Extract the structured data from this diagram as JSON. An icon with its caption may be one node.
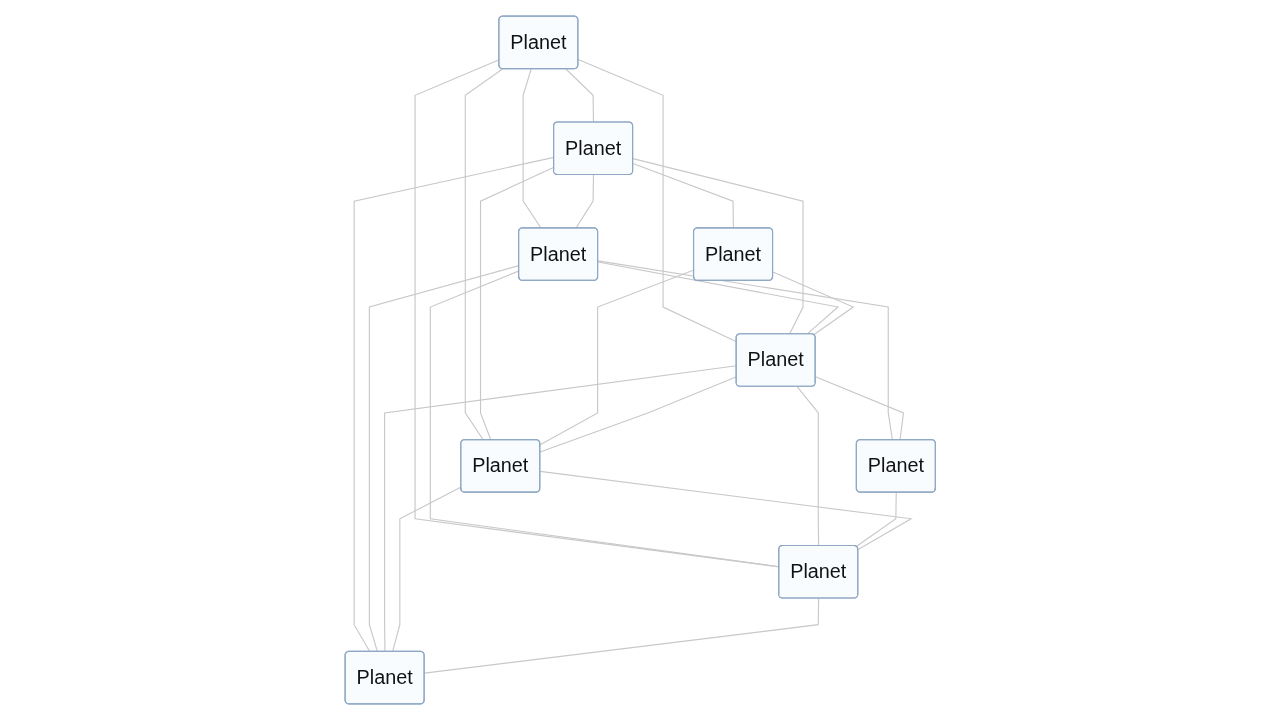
{
  "diagram": {
    "nodes": [
      {
        "text": [
          "Planet"
        ]
      },
      {
        "text": [
          "Planet"
        ]
      },
      {
        "text": [
          "Planet"
        ]
      },
      {
        "text": [
          "Planet"
        ]
      },
      {
        "text": [
          "Planet"
        ]
      },
      {
        "text": [
          "Planet"
        ]
      },
      {
        "text": [
          "Planet"
        ]
      },
      {
        "text": [
          "Planet"
        ]
      },
      {
        "text": [
          "Planet"
        ]
      }
    ],
    "edges": [
      {
        "from": 0,
        "to": 1,
        "arrow": "none"
      },
      {
        "from": 0,
        "to": 2,
        "arrow": "none"
      },
      {
        "from": 0,
        "to": 4,
        "arrow": "none"
      },
      {
        "from": 0,
        "to": 6,
        "arrow": "none"
      },
      {
        "from": 0,
        "to": 7,
        "arrow": "none"
      },
      {
        "from": 1,
        "to": 2,
        "arrow": "none"
      },
      {
        "from": 1,
        "to": 3,
        "arrow": "none"
      },
      {
        "from": 1,
        "to": 4,
        "arrow": "none"
      },
      {
        "from": 1,
        "to": 6,
        "arrow": "none"
      },
      {
        "from": 1,
        "to": 8,
        "arrow": "none"
      },
      {
        "from": 2,
        "to": 4,
        "arrow": "none"
      },
      {
        "from": 2,
        "to": 5,
        "arrow": "none"
      },
      {
        "from": 2,
        "to": 7,
        "arrow": "none"
      },
      {
        "from": 2,
        "to": 8,
        "arrow": "none"
      },
      {
        "from": 3,
        "to": 4,
        "arrow": "none"
      },
      {
        "from": 3,
        "to": 6,
        "arrow": "none"
      },
      {
        "from": 4,
        "to": 5,
        "arrow": "none"
      },
      {
        "from": 4,
        "to": 6,
        "arrow": "none"
      },
      {
        "from": 4,
        "to": 7,
        "arrow": "none"
      },
      {
        "from": 4,
        "to": 8,
        "arrow": "none"
      },
      {
        "from": 5,
        "to": 7,
        "arrow": "none"
      },
      {
        "from": 6,
        "to": 7,
        "arrow": "none"
      },
      {
        "from": 6,
        "to": 8,
        "arrow": "none"
      },
      {
        "from": 7,
        "to": 8,
        "arrow": "none"
      }
    ]
  }
}
